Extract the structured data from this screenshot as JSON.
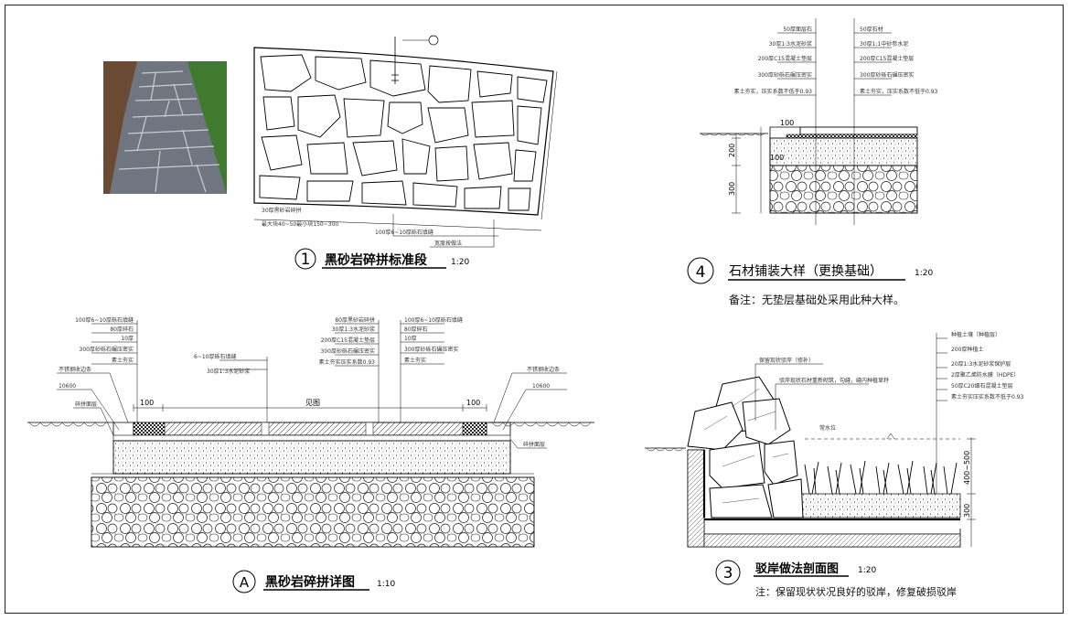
{
  "details": {
    "d1": {
      "number": "1",
      "title": "黑砂岩碎拼标准段",
      "scale": "1:20",
      "callouts": [
        "30厚黑砂岩碎拼",
        "最大块40~50最小块150~300",
        "100厚6~10厚砾石填缝",
        "宽度按做法"
      ]
    },
    "d4": {
      "number": "4",
      "title": "石材铺装大样（更换基础）",
      "scale": "1:20",
      "remark": "备注：无垫层基础处采用此种大样。",
      "left_callouts": [
        "50厚面层石",
        "30厚1:3水泥砂浆",
        "200厚C15混凝土垫层",
        "300厚砂砾石碾压密实",
        "素土夯实，压实系数不低于0.93"
      ],
      "right_callouts": [
        "50厚石材",
        "30厚1:1中砂参水泥",
        "200厚C15混凝土垫层",
        "300厚砂砾石碾压密实",
        "素土夯实，压实系数不低于0.93"
      ],
      "dims": [
        "100",
        "200",
        "100",
        "300"
      ]
    },
    "dA": {
      "letter": "A",
      "title": "黑砂岩碎拼详图",
      "scale": "1:10",
      "left_callouts": [
        "100厚6~10厚砾石填缝",
        "80厚碎石",
        "10厚",
        "300厚砂砾石碾压密实",
        "素土夯实"
      ],
      "mid_callouts": [
        "6~10厚砾石填缝",
        "30厚1:3水泥砂浆"
      ],
      "right_callouts": [
        "80厚黑砂岩碎拼",
        "30厚1:3水泥砂浆",
        "200厚C15混凝土垫层",
        "300厚砂砾石碾压密实",
        "素土夯实压实系数0.93"
      ],
      "far_right_callouts": [
        "100厚6~10厚砾石填缝",
        "80厚碎石",
        "10厚",
        "300厚砂砾石碾压密实",
        "素土夯实"
      ],
      "side_left": [
        "不锈钢收边条",
        "10600",
        "碎拼面层"
      ],
      "side_right": [
        "不锈钢收边条",
        "10600",
        "碎拼面层"
      ],
      "dims": [
        "100",
        "见图",
        "100"
      ]
    },
    "d3": {
      "number": "3",
      "title": "驳岸做法剖面图",
      "scale": "1:20",
      "remark": "注：保留现状状况良好的驳岸，修复破损驳岸",
      "callouts": [
        "保留现状驳岸（修补）",
        "驳岸现状石材重新砌筑，勾缝，缝内种植草籽",
        "常水位"
      ],
      "right_callouts": [
        "种植土壤（种植层）",
        "200厚种植土",
        "20厚1:3水泥砂浆保护层",
        "2厚聚乙烯防水膜（HDPE）",
        "50厚C20细石混凝土垫层",
        "素土夯实压实系数不低于0.93"
      ],
      "dims": [
        "400~500",
        "300"
      ]
    }
  }
}
